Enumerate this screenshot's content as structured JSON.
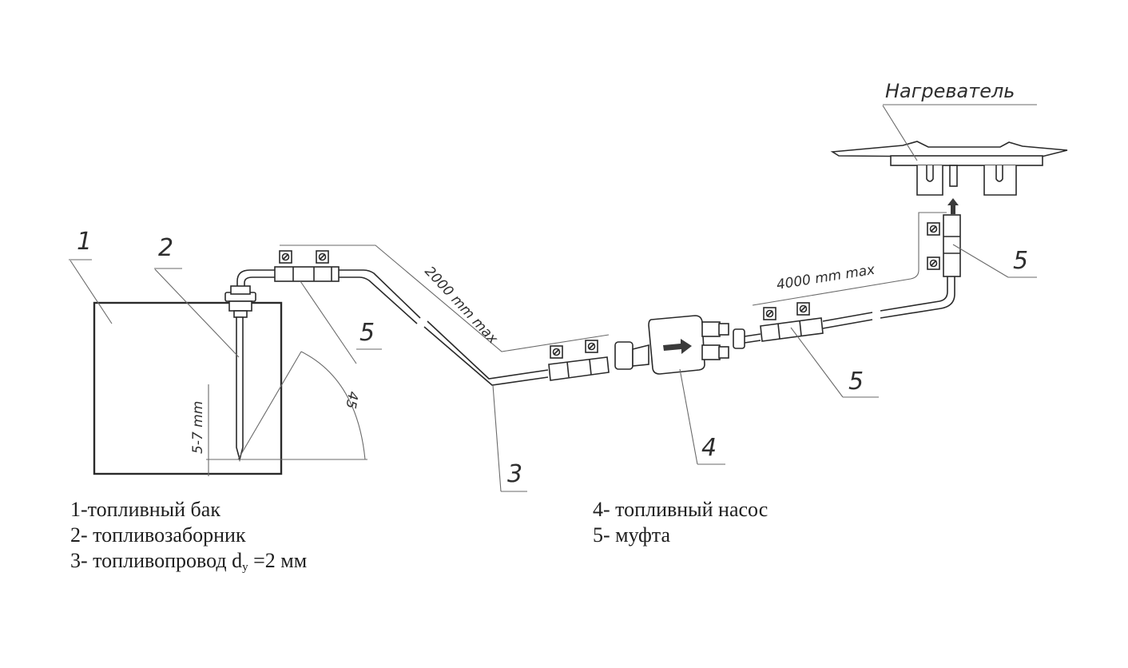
{
  "diagram": {
    "title_label": "Нагреватель",
    "callouts": {
      "tank": "1",
      "intake": "2",
      "fuel_line": "3",
      "pump": "4",
      "coupling_a": "5",
      "coupling_b": "5",
      "coupling_c": "5"
    },
    "dimensions": {
      "line_segment_1": "2000 mm max",
      "line_segment_2": "4000 mm  max",
      "intake_gap": "5-7 mm",
      "angle": "45"
    }
  },
  "legend": {
    "left": [
      {
        "text": "1-топливный бак"
      },
      {
        "text": "2- топливозаборник"
      },
      {
        "prefix": "3- топливопровод  d",
        "sub": "y",
        "suffix": " =2 мм"
      }
    ],
    "right": [
      {
        "text": "4- топливный насос"
      },
      {
        "text": "5- муфта"
      }
    ]
  },
  "colors": {
    "line": "#2a2a2a",
    "leader": "#6a6a6a",
    "background": "#ffffff"
  }
}
